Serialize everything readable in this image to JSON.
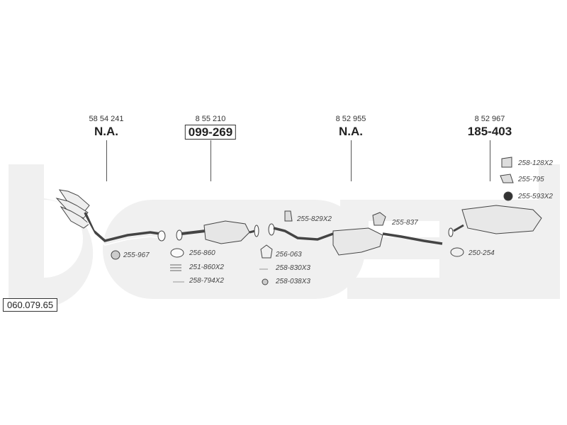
{
  "assemblies": [
    {
      "oe_number": "58 54 241",
      "part_code": "N.A."
    },
    {
      "oe_number": "8 55 210",
      "part_code": "099-269"
    },
    {
      "oe_number": "8 52 955",
      "part_code": "N.A."
    },
    {
      "oe_number": "8 52 967",
      "part_code": "185-403"
    }
  ],
  "parts": {
    "p255_967": "255-967",
    "p256_860": "256-860",
    "p251_860": "251-860X2",
    "p258_794": "258-794X2",
    "p255_829": "255-829X2",
    "p256_063": "256-063",
    "p258_830": "258-830X3",
    "p258_038": "258-038X3",
    "p255_837": "255-837",
    "p250_254": "250-254",
    "p258_128": "258-128X2",
    "p255_795": "255-795",
    "p255_593": "255-593X2"
  },
  "diagram_code": "060.079.65",
  "watermark_text": "bosal"
}
